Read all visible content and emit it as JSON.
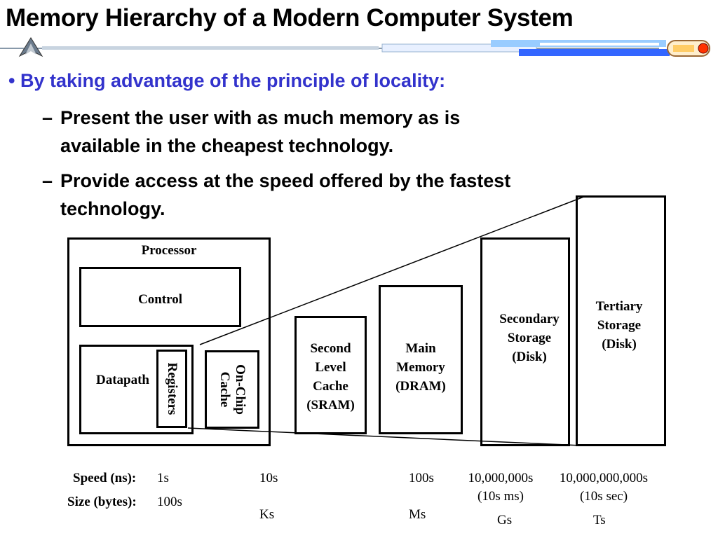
{
  "slide": {
    "title": "Memory Hierarchy of a Modern Computer System",
    "bullet": "By taking advantage of the principle of locality:",
    "sub_points": [
      {
        "dash": "–",
        "line1": "Present the user with as much memory as is",
        "line2": "available in the cheapest technology."
      },
      {
        "dash": "–",
        "line1": "Provide access at the speed offered by the fastest",
        "line2": "technology."
      }
    ]
  },
  "diagram": {
    "processor": "Processor",
    "control": "Control",
    "datapath": "Datapath",
    "registers": "Registers",
    "on_chip_cache": [
      "On-Chip",
      "Cache"
    ],
    "second_level_cache": [
      "Second",
      "Level",
      "Cache",
      "(SRAM)"
    ],
    "main_memory": [
      "Main",
      "Memory",
      "(DRAM)"
    ],
    "secondary_storage": [
      "Secondary",
      "Storage",
      "(Disk)"
    ],
    "tertiary_storage": [
      "Tertiary",
      "Storage",
      "(Disk)"
    ]
  },
  "specs": {
    "speed_label": "Speed (ns):",
    "size_label": "Size (bytes):",
    "speed": [
      "1s",
      "10s",
      "100s",
      "10,000,000s",
      "10,000,000,000s"
    ],
    "speed_notes": [
      "(10s ms)",
      "(10s sec)"
    ],
    "size": [
      "100s",
      "Ks",
      "Ms",
      "Gs",
      "Ts"
    ]
  },
  "colors": {
    "bullet": "#3333cc",
    "text": "#000000",
    "rule_blue": "#3366ff",
    "rule_light": "#99ccff"
  },
  "icons": [
    "starship-emblem-icon",
    "starship-nacelle-icon"
  ]
}
